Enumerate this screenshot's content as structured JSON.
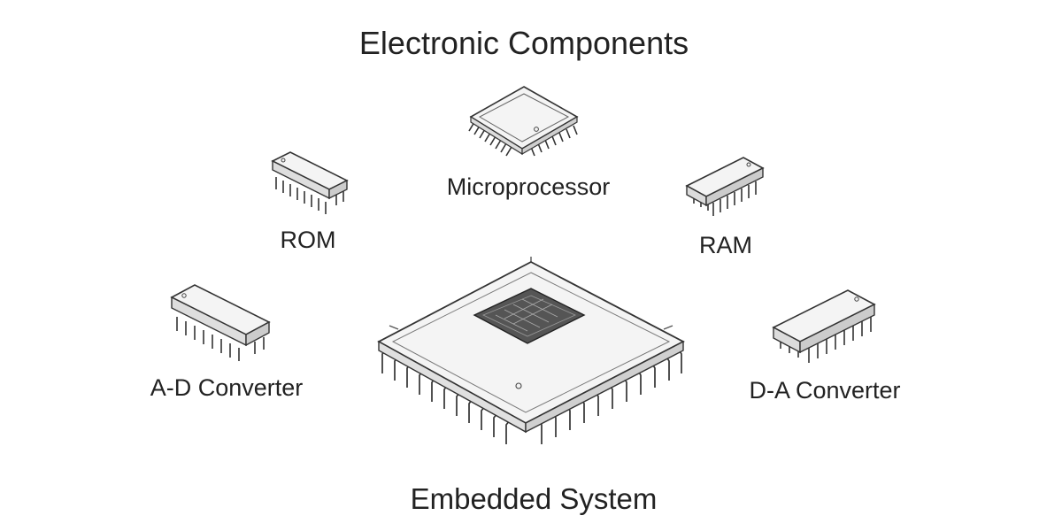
{
  "title": "Electronic Components",
  "components": {
    "microprocessor": "Microprocessor",
    "rom": "ROM",
    "ram": "RAM",
    "ad_converter": "A-D Converter",
    "da_converter": "D-A Converter"
  },
  "center": "Embedded System",
  "icons": {
    "microprocessor": "qfp-chip-icon",
    "rom": "dip-chip-icon",
    "ram": "dip-chip-icon",
    "ad_converter": "dip-chip-icon",
    "da_converter": "dip-chip-icon",
    "embedded": "qfp-chip-with-die-icon"
  },
  "colors": {
    "line": "#333333",
    "body": "#f4f4f4",
    "die": "#555555",
    "text": "#222222"
  }
}
